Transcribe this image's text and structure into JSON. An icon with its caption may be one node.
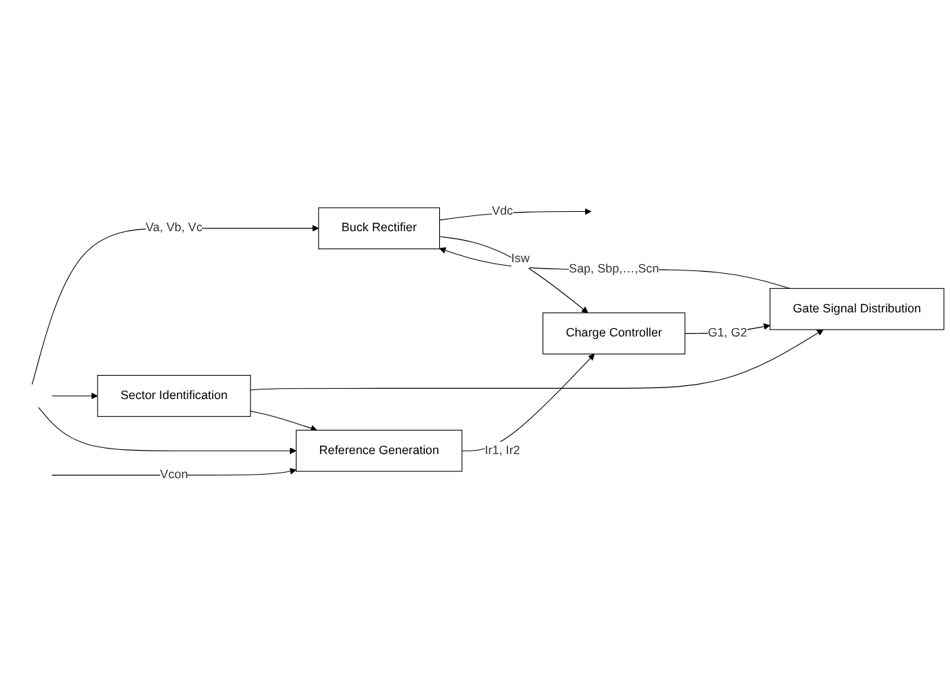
{
  "diagram": {
    "nodes": [
      {
        "text": [
          "Buck Rectifier"
        ]
      },
      {
        "text": [
          "Sector Identification"
        ]
      },
      {
        "text": [
          "Gate Signal Distribution"
        ]
      },
      {
        "text": [
          "Reference Generation"
        ]
      },
      {
        "text": [
          "Charge Controller"
        ]
      }
    ],
    "edges": [
      {
        "from": null,
        "to": 0,
        "arrow": "to",
        "label": "Va, Vb, Vc"
      },
      {
        "from": null,
        "to": 1,
        "arrow": "to"
      },
      {
        "from": null,
        "to": 3,
        "arrow": "to"
      },
      {
        "from": 0,
        "to": null,
        "arrow": "to",
        "label": "Vdc"
      },
      {
        "from": 1,
        "to": 2,
        "arrow": "to"
      },
      {
        "from": 1,
        "to": 3,
        "arrow": "to"
      },
      {
        "from": 2,
        "to": 0,
        "arrow": "to",
        "label": "Sap, Sbp,…,Scn"
      },
      {
        "from": 4,
        "to": 2,
        "arrow": "to",
        "label": "G1, G2"
      },
      {
        "from": 3,
        "to": 4,
        "arrow": "to",
        "label": "Ir1, Ir2"
      },
      {
        "from": 0,
        "to": 4,
        "arrow": "to",
        "label": "Isw"
      },
      {
        "from": null,
        "to": 3,
        "arrow": "to",
        "label": "Vcon"
      }
    ]
  }
}
